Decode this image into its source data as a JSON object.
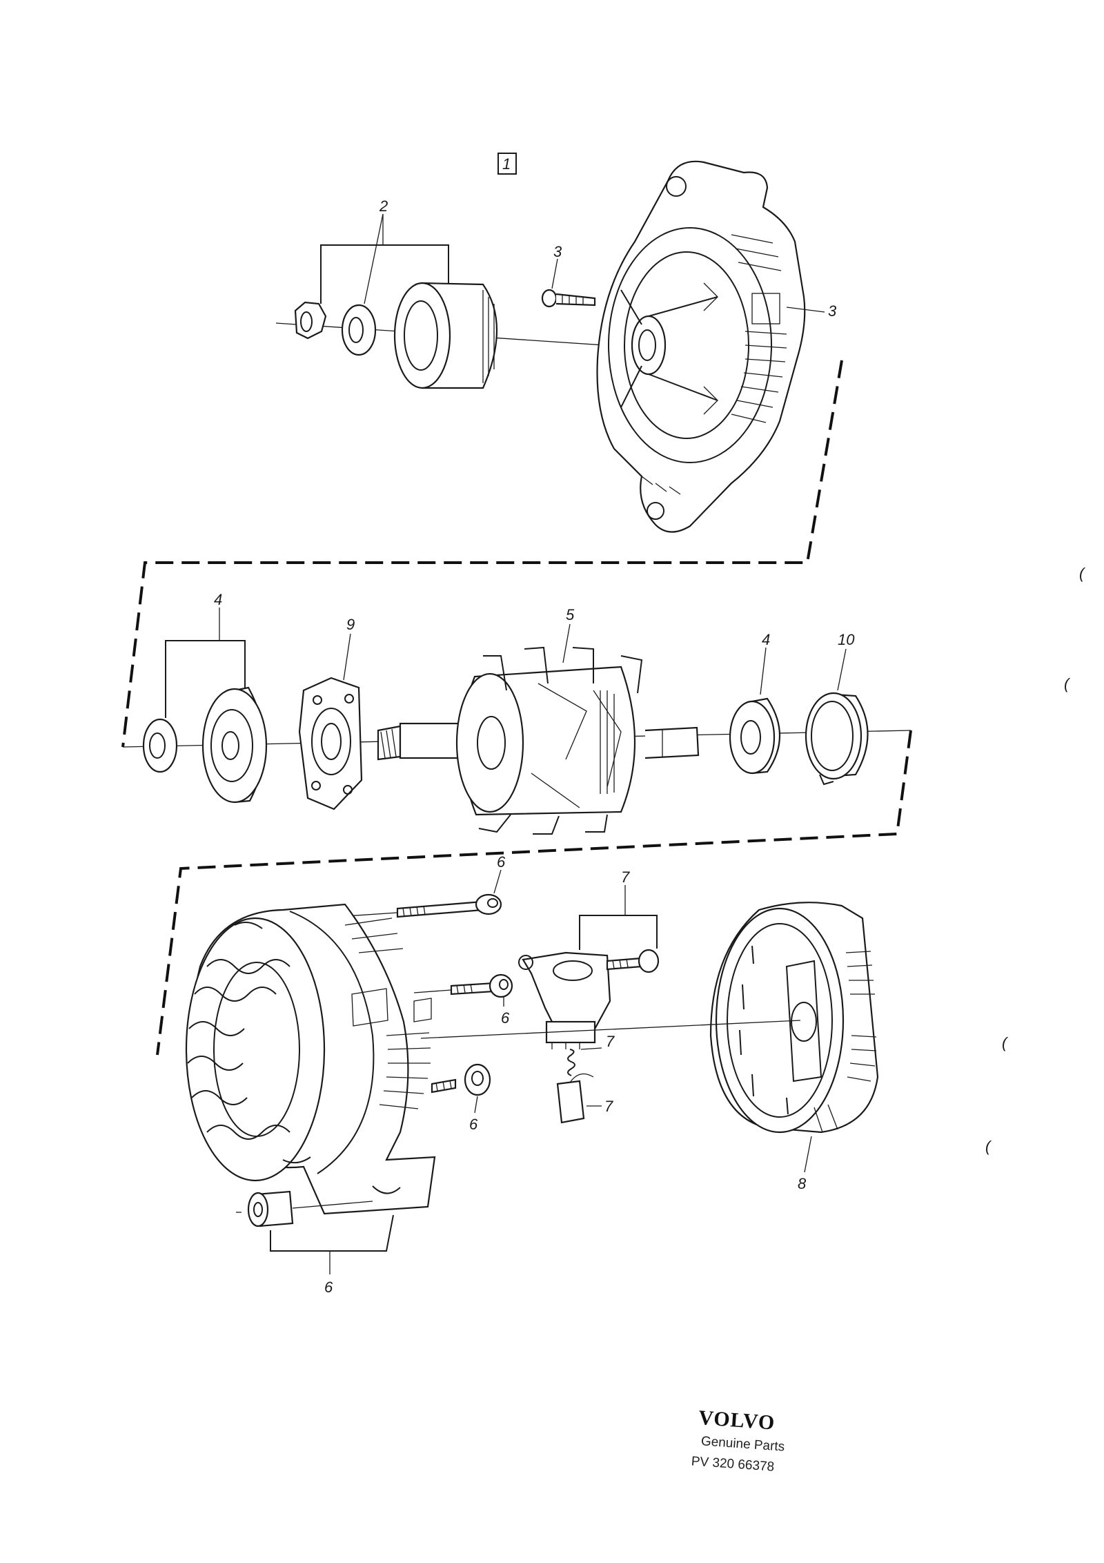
{
  "figure_box_label": "1",
  "callouts": {
    "c2": "2",
    "c3_screw": "3",
    "c3_housing": "3",
    "c4_left": "4",
    "c9": "9",
    "c5": "5",
    "c4_right": "4",
    "c10": "10",
    "c6_long_bolt": "6",
    "c7_top": "7",
    "c6_mid_bolt": "6",
    "c7_spring": "7",
    "c7_brush": "7",
    "c6_nut": "6",
    "c8": "8",
    "c6_bottom": "6"
  },
  "margin_marks": [
    "(",
    "(",
    "(",
    "("
  ],
  "footer": {
    "brand": "VOLVO",
    "tagline": "Genuine Parts",
    "code": "PV 320 66378"
  }
}
